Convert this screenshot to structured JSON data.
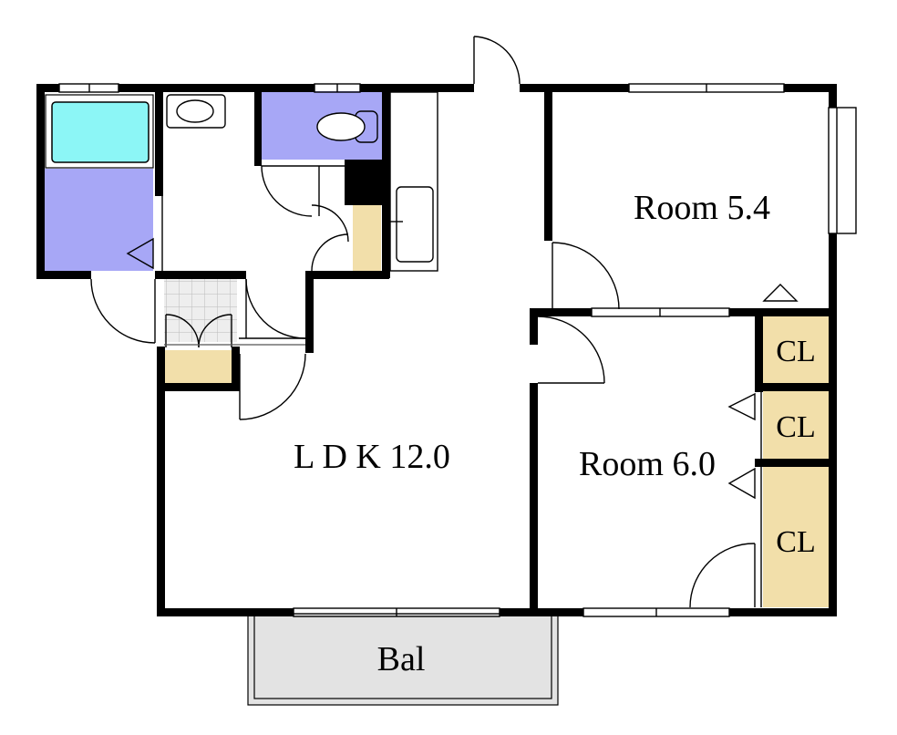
{
  "rooms": {
    "ldk": "L D K  12.0",
    "room_a": "Room 5.4",
    "room_b": "Room 6.0",
    "balcony": "Bal"
  },
  "closets": [
    "CL",
    "CL",
    "CL"
  ],
  "colors": {
    "wall": "#000000",
    "closet_fill": "#f2dfaa",
    "wet_area_fill": "#a7a7f6",
    "bathtub_fill": "#8cf6f6",
    "balcony_fill": "#e3e3e3",
    "entry_tile_grid": "#bbbbbb"
  }
}
